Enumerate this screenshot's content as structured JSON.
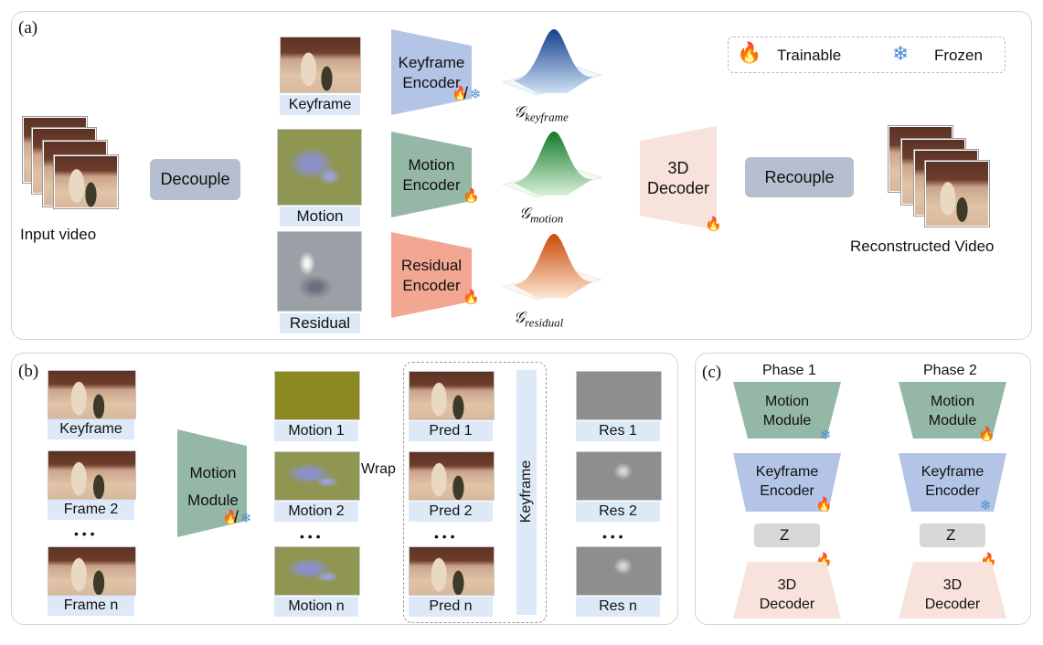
{
  "panel_a": {
    "label": "(a)",
    "input_label": "Input video",
    "decouple_label": "Decouple",
    "keyframe_caption": "Keyframe",
    "motion_caption": "Motion",
    "residual_caption": "Residual",
    "keyframe_encoder": [
      "Keyframe",
      "Encoder"
    ],
    "motion_encoder": [
      "Motion",
      "Encoder"
    ],
    "residual_encoder": [
      "Residual",
      "Encoder"
    ],
    "g_keyframe": "keyframe",
    "g_motion": "motion",
    "g_residual": "residual",
    "g_symbol": "𝒢",
    "decoder": [
      "3D",
      "Decoder"
    ],
    "recouple_label": "Recouple",
    "output_label": "Reconstructed Video",
    "legend": {
      "trainable": "Trainable",
      "frozen": "Frozen"
    }
  },
  "panel_b": {
    "label": "(b)",
    "frames": [
      "Keyframe",
      "Frame 2",
      "Frame n"
    ],
    "ellipsis": "• • •",
    "motion_module": [
      "Motion",
      "Module"
    ],
    "motions": [
      "Motion 1",
      "Motion 2",
      "Motion n"
    ],
    "wrap_label": "Wrap",
    "preds": [
      "Pred 1",
      "Pred 2",
      "Pred n"
    ],
    "keyframe_bar": "Keyframe",
    "res": [
      "Res 1",
      "Res 2",
      "Res n"
    ]
  },
  "panel_c": {
    "label": "(c)",
    "phase1": "Phase 1",
    "phase2": "Phase 2",
    "motion_module": [
      "Motion",
      "Module"
    ],
    "keyframe_encoder": [
      "Keyframe",
      "Encoder"
    ],
    "z": "Z",
    "decoder": [
      "3D",
      "Decoder"
    ]
  },
  "colors": {
    "keyframe_encoder": "#b4c4e6",
    "motion_encoder": "#95b8a6",
    "residual_encoder": "#f2a792",
    "decoder": "#f8e2dc",
    "box": "#b6bfcf",
    "caption": "#dde9f6",
    "gauss_blue": "#2f6fb7",
    "gauss_green": "#2c9a3e",
    "gauss_orange": "#e0631a"
  },
  "icons": {
    "trainable": "fire-icon",
    "frozen": "snowflake-icon"
  }
}
